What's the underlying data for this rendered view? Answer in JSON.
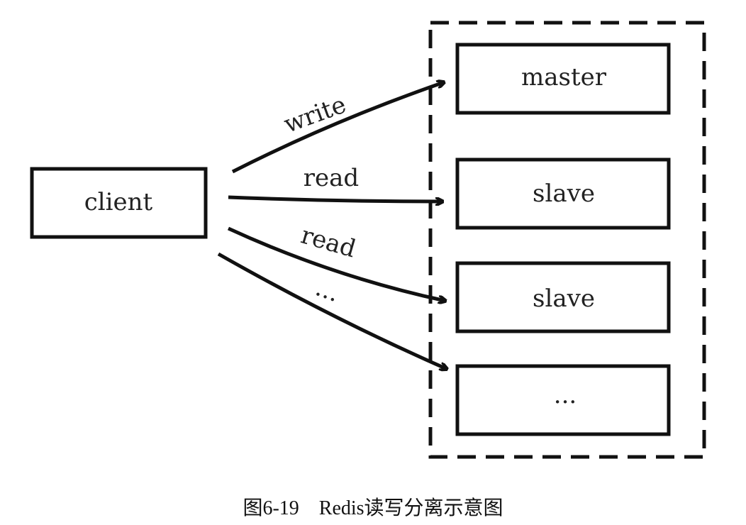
{
  "nodes": {
    "client": "client",
    "master": "master",
    "slave1": "slave",
    "slave2": "slave",
    "more": "..."
  },
  "edges": {
    "write": "write",
    "read1": "read",
    "read2": "read",
    "more": "..."
  },
  "caption": "图6-19　Redis读写分离示意图"
}
